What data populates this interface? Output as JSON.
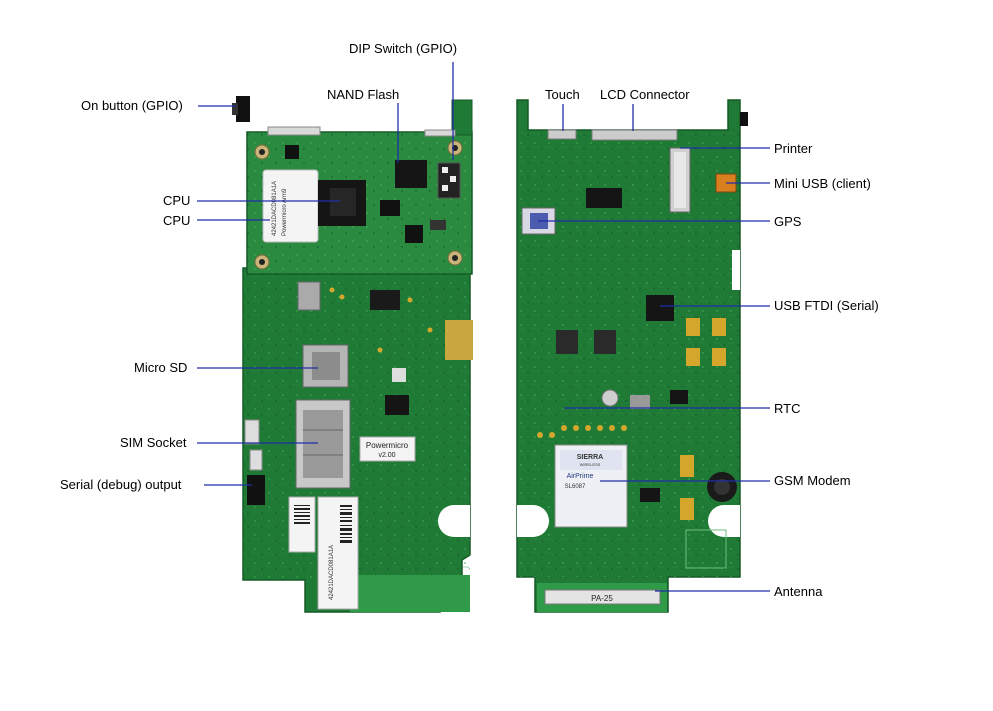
{
  "colors": {
    "pcb": "#1f7a35",
    "pcb_dark": "#145a26",
    "pcb_light": "#2f9a48",
    "callout_line": "#1f2fa6",
    "label_white": "#f4f4f4",
    "chip": "#151515",
    "gold": "#d4a72c",
    "background": "#ffffff"
  },
  "labels": {
    "dip_switch": "DIP Switch (GPIO)",
    "nand_flash": "NAND Flash",
    "on_button": "On button (GPIO)",
    "cpu_1": "CPU",
    "cpu_2": "CPU",
    "micro_sd": "Micro SD",
    "sim_socket": "SIM Socket",
    "serial_output": "Serial (debug) output",
    "touch": "Touch",
    "lcd_connector": "LCD Connector",
    "printer": "Printer",
    "mini_usb": "Mini USB (client)",
    "gps": "GPS",
    "usb_ftdi": "USB FTDI (Serial)",
    "rtc": "RTC",
    "gsm_modem": "GSM Modem",
    "antenna": "Antenna"
  },
  "board_text": {
    "cpu_sticker_line1": "42421DACD081A1A",
    "cpu_sticker_line2": "Powermicro Arm9",
    "powermicro_label": "Powermicro",
    "powermicro_version": "v2.00",
    "barcode_text": "42421DACD081A1A",
    "modem_brand": "SIERRA",
    "modem_brand_sub": "WIRELESS",
    "modem_model": "AirPrime",
    "modem_part": "SL6087",
    "antenna_label": "PA-25"
  }
}
